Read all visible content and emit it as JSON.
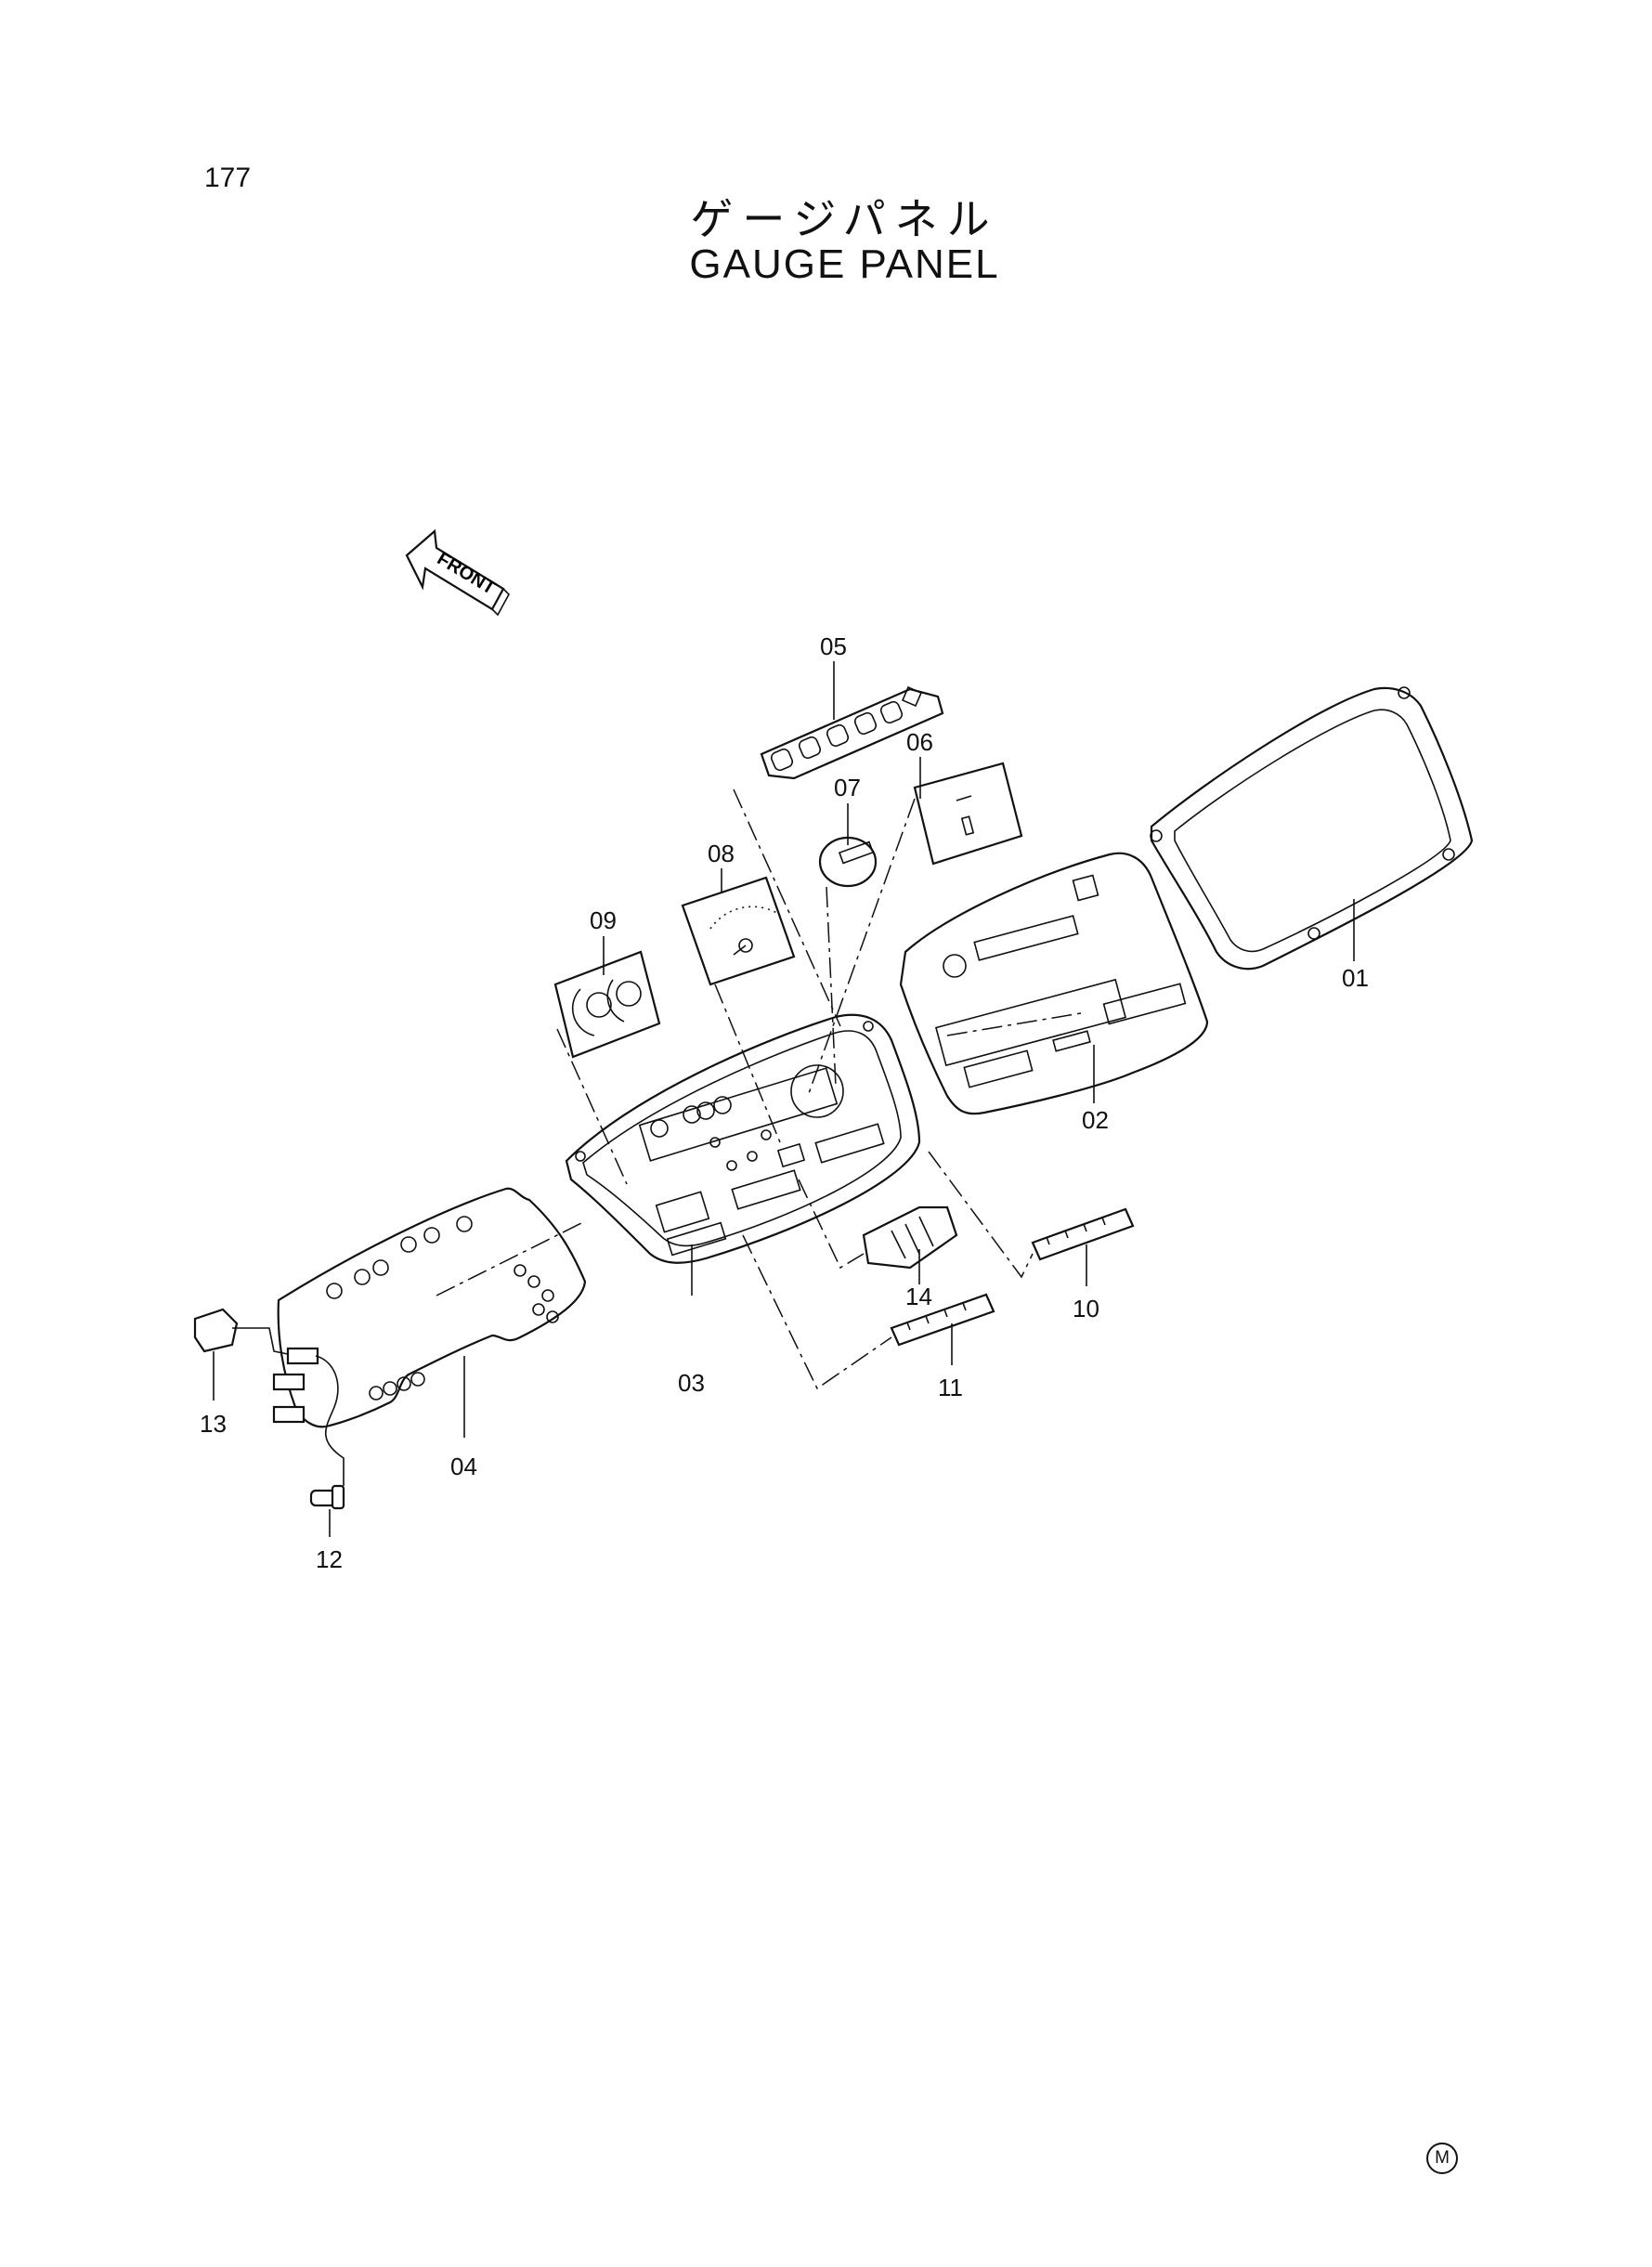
{
  "page_number": "177",
  "title_jp": "ゲージパネル",
  "title_en": "GAUGE PANEL",
  "front_label": "FRONT",
  "callouts": [
    {
      "id": "01",
      "text": "01"
    },
    {
      "id": "02",
      "text": "02"
    },
    {
      "id": "03",
      "text": "03"
    },
    {
      "id": "04",
      "text": "04"
    },
    {
      "id": "05",
      "text": "05"
    },
    {
      "id": "06",
      "text": "06"
    },
    {
      "id": "07",
      "text": "07"
    },
    {
      "id": "08",
      "text": "08"
    },
    {
      "id": "09",
      "text": "09"
    },
    {
      "id": "10",
      "text": "10"
    },
    {
      "id": "11",
      "text": "11"
    },
    {
      "id": "12",
      "text": "12"
    },
    {
      "id": "13",
      "text": "13"
    },
    {
      "id": "14",
      "text": "14"
    }
  ],
  "corner_mark": "M"
}
